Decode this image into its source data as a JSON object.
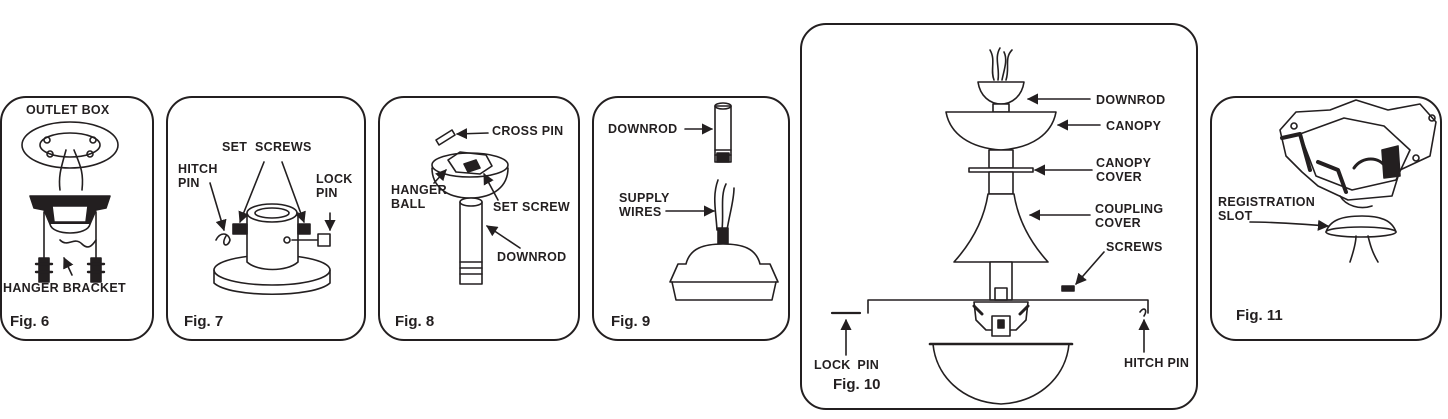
{
  "figures": [
    {
      "fig": "Fig. 6",
      "labels": {
        "outlet_box": "OUTLET BOX",
        "hanger_bracket": "HANGER BRACKET"
      }
    },
    {
      "fig": "Fig. 7",
      "labels": {
        "set_screws": "SET SCREWS",
        "hitch_pin": "HITCH\nPIN",
        "lock_pin": "LOCK\nPIN"
      }
    },
    {
      "fig": "Fig. 8",
      "labels": {
        "cross_pin": "CROSS PIN",
        "hanger_ball": "HANGER\nBALL",
        "set_screw": "SET SCREW",
        "downrod": "DOWNROD"
      }
    },
    {
      "fig": "Fig. 9",
      "labels": {
        "downrod": "DOWNROD",
        "supply_wires": "SUPPLY\nWIRES"
      }
    },
    {
      "fig": "Fig. 10",
      "labels": {
        "downrod": "DOWNROD",
        "canopy": "CANOPY",
        "canopy_cover": "CANOPY\nCOVER",
        "coupling_cover": "COUPLING\nCOVER",
        "screws": "SCREWS",
        "lock_pin": "LOCK PIN",
        "hitch_pin": "HITCH PIN"
      }
    },
    {
      "fig": "Fig. 11",
      "labels": {
        "registration_slot": "REGISTRATION\nSLOT"
      }
    }
  ]
}
